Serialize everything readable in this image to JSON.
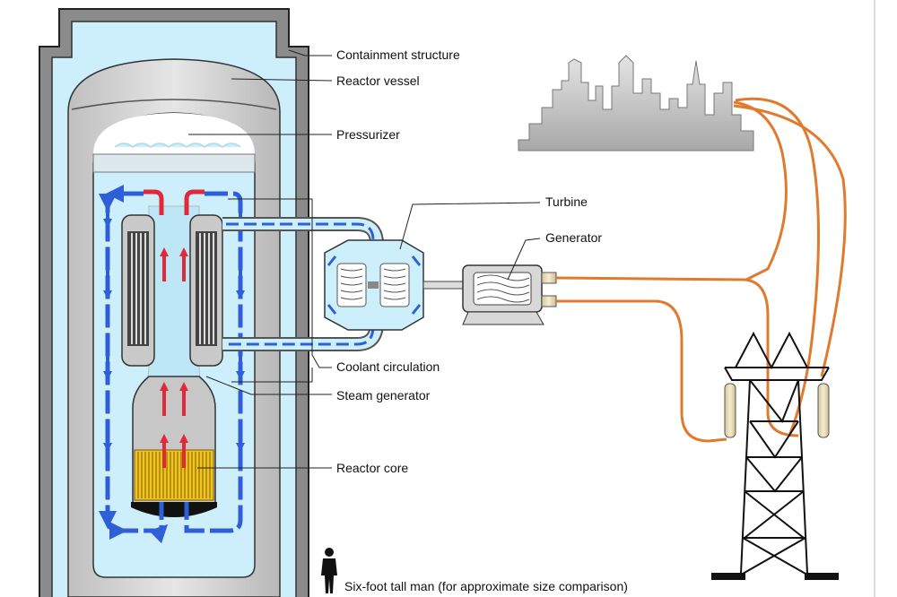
{
  "labels": {
    "containment": "Containment structure",
    "vessel": "Reactor vessel",
    "pressurizer": "Pressurizer",
    "turbine": "Turbine",
    "generator": "Generator",
    "coolant": "Coolant circulation",
    "steam_generator": "Steam generator",
    "core": "Reactor core",
    "man": "Six-foot tall man (for approximate size comparison)"
  },
  "colors": {
    "containment": "#7a7a7a",
    "water": "#cdeefb",
    "vessel": "#bdbdbd",
    "hot_flow": "#e02a3a",
    "cold_flow": "#2f5fd6",
    "fuel": "#f2c31c",
    "power_line": "#e07a2e",
    "skyline": "#c8c8c8"
  }
}
